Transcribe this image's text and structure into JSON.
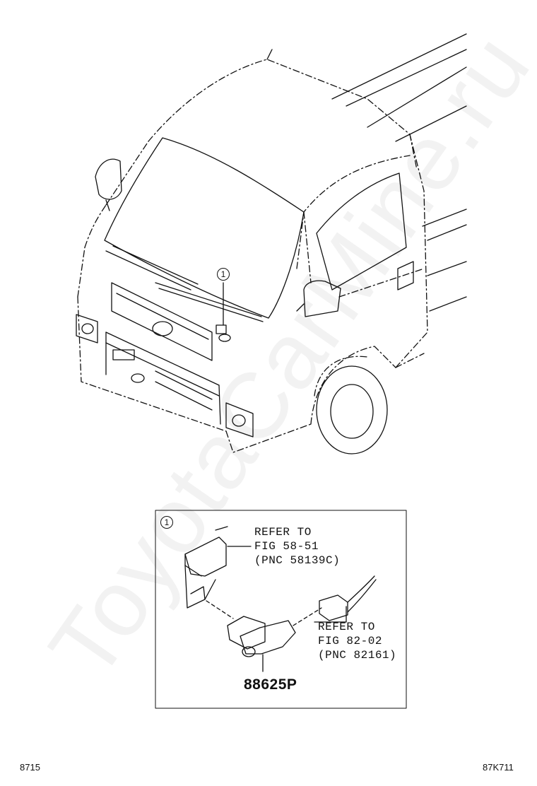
{
  "callout_marker": "1",
  "detail": {
    "marker": "1",
    "refer_bracket": {
      "line1": "REFER TO",
      "line2": "FIG 58-51",
      "line3": "(PNC 58139C)"
    },
    "refer_connector": {
      "line1": "REFER TO",
      "line2": "FIG 82-02",
      "line3": "(PNC 82161)"
    },
    "part_number": "88625P"
  },
  "footer": {
    "left_code": "8715",
    "right_code": "87K711"
  },
  "watermark": "ToyotaCarMine.ru"
}
